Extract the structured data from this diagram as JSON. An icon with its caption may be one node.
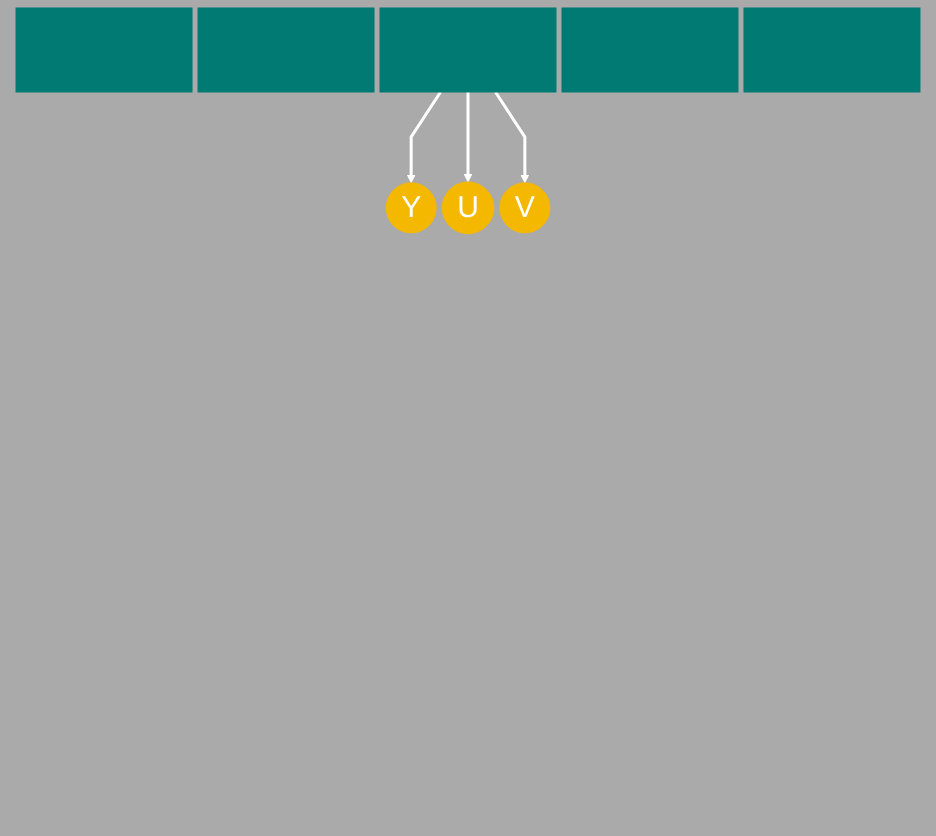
{
  "diagram": {
    "nodes": [
      {
        "text": [],
        "shape": "box"
      },
      {
        "text": [],
        "shape": "box"
      },
      {
        "text": [],
        "shape": "box"
      },
      {
        "text": [],
        "shape": "box"
      },
      {
        "text": [],
        "shape": "box"
      },
      {
        "text": [
          "Y"
        ]
      },
      {
        "text": [
          "U"
        ]
      },
      {
        "text": [
          "V"
        ]
      }
    ],
    "edges": [
      {
        "from": 2,
        "to": 5,
        "arrow": "to"
      },
      {
        "from": 2,
        "to": 6,
        "arrow": "to"
      },
      {
        "from": 2,
        "to": 7,
        "arrow": "to"
      }
    ]
  }
}
